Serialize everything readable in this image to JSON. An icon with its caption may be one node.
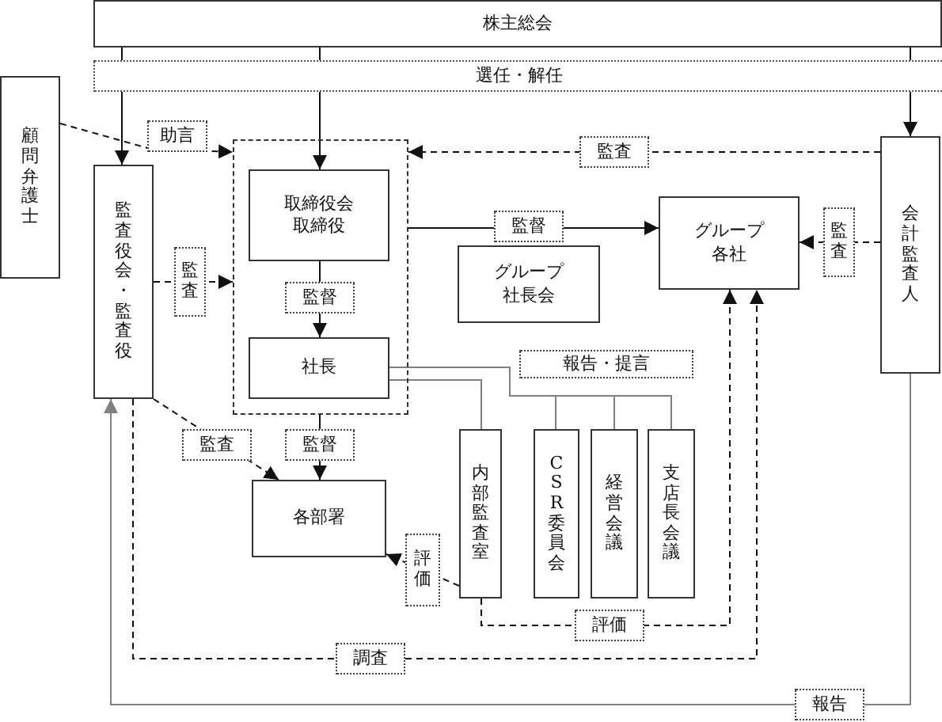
{
  "diagram": {
    "nodes": [
      {
        "text": [
          "株主総会"
        ]
      },
      {
        "text": [
          "選任・解任"
        ]
      },
      {
        "text": [
          "顧問弁護士"
        ]
      },
      {
        "text": [
          "監査役会・監査役"
        ]
      },
      {
        "text": [],
        "shape": "box"
      },
      {
        "text": [
          "取締役会取締役"
        ],
        "in": 4
      },
      {
        "text": [
          "社長"
        ],
        "in": 4
      },
      {
        "text": [
          "グループ社長会"
        ]
      },
      {
        "text": [
          "グループ各社"
        ]
      },
      {
        "text": [
          "会計監査人"
        ]
      },
      {
        "text": [
          "各部署"
        ]
      },
      {
        "text": [
          "内部監査室"
        ]
      },
      {
        "text": [
          "CSR委員会"
        ]
      },
      {
        "text": [
          "経営会議"
        ]
      },
      {
        "text": [
          "支店長会議"
        ]
      }
    ],
    "edges": [
      {
        "from": 0,
        "to": 1,
        "arrow": "none"
      },
      {
        "from": 0,
        "to": 1,
        "arrow": "none"
      },
      {
        "from": 0,
        "to": 1,
        "arrow": "none"
      },
      {
        "from": 1,
        "to": 3,
        "arrow": "to"
      },
      {
        "from": 1,
        "to": 5,
        "arrow": "to"
      },
      {
        "from": 1,
        "to": 9,
        "arrow": "to"
      },
      {
        "from": 2,
        "to": 4,
        "arrow": "to",
        "style": "dashed",
        "label": "助言"
      },
      {
        "from": 3,
        "to": 4,
        "arrow": "to",
        "style": "dashed",
        "label": "監査"
      },
      {
        "from": 9,
        "to": 4,
        "arrow": "to",
        "style": "dashed",
        "label": "監査"
      },
      {
        "from": 5,
        "to": 6,
        "arrow": "to",
        "label": "監督"
      },
      {
        "from": 4,
        "to": 8,
        "arrow": "to",
        "label": "監督"
      },
      {
        "from": 9,
        "to": 8,
        "arrow": "to",
        "style": "dashed",
        "label": "監査"
      },
      {
        "from": 4,
        "to": 10,
        "arrow": "to",
        "label": "監督"
      },
      {
        "from": 3,
        "to": 10,
        "arrow": "to",
        "style": "dashed",
        "label": "監査"
      },
      {
        "from": 6,
        "to": 11,
        "arrow": "none",
        "color": "#808080"
      },
      {
        "from": 6,
        "to": 12,
        "arrow": "none",
        "color": "#808080",
        "label": "報告・提言"
      },
      {
        "from": 6,
        "to": 13,
        "arrow": "none",
        "color": "#808080"
      },
      {
        "from": 6,
        "to": 14,
        "arrow": "none",
        "color": "#808080"
      },
      {
        "from": 11,
        "to": 10,
        "arrow": "to",
        "style": "dashed",
        "label": "評価"
      },
      {
        "from": 11,
        "to": 8,
        "arrow": "to",
        "style": "dashed",
        "label": "評価"
      },
      {
        "from": 3,
        "to": 8,
        "arrow": "to",
        "style": "dashed",
        "label": "調査"
      },
      {
        "from": 9,
        "to": 3,
        "arrow": "to",
        "color": "#808080",
        "label": "報告"
      }
    ]
  }
}
